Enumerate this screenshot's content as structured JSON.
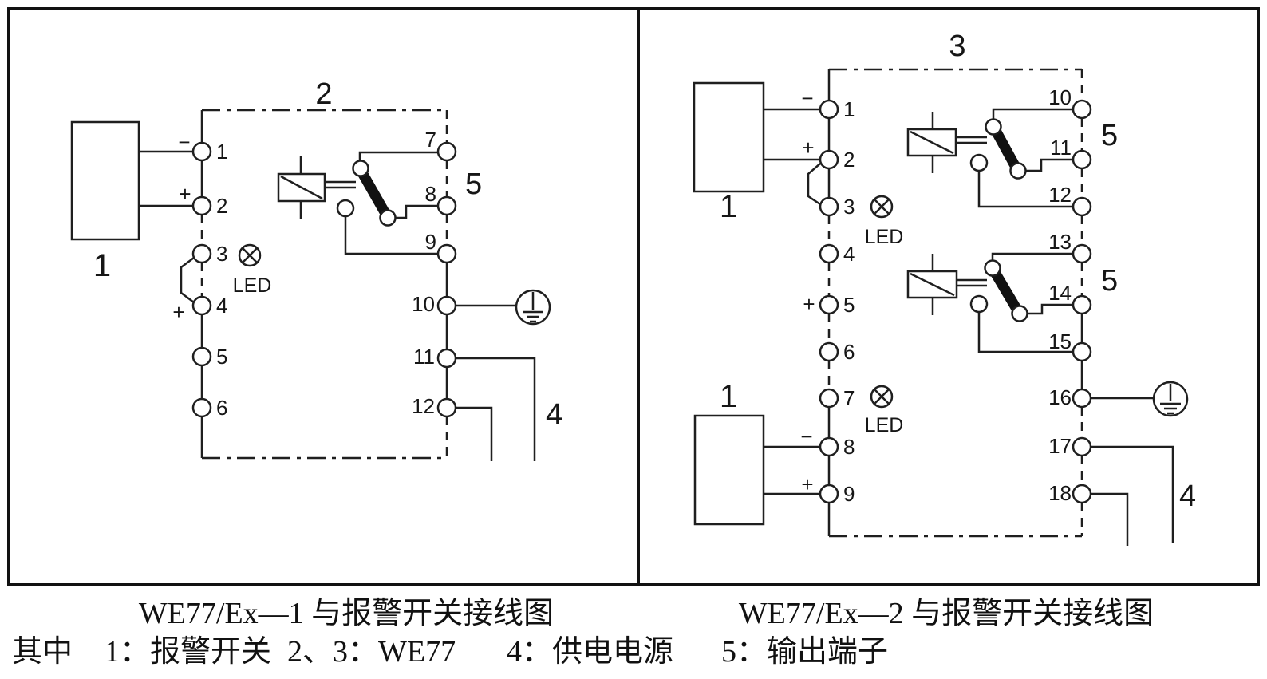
{
  "panels": {
    "left": {
      "caption": "WE77/Ex—1 与报警开关接线图",
      "enclosure_label": "2",
      "device_box_label": "1",
      "output_group_label": "5",
      "power_label": "4",
      "led_label": "LED",
      "polarity": {
        "t1": "−",
        "t2": "+",
        "t4": "+"
      },
      "left_terminals": [
        "1",
        "2",
        "3",
        "4",
        "5",
        "6"
      ],
      "right_terminals": [
        "7",
        "8",
        "9",
        "10",
        "11",
        "12"
      ]
    },
    "right": {
      "caption": "WE77/Ex—2 与报警开关接线图",
      "enclosure_label": "3",
      "device_box_top_label": "1",
      "device_box_bottom_label": "1",
      "output_group_labels": [
        "5",
        "5"
      ],
      "power_label": "4",
      "led_label": "LED",
      "polarity": {
        "t1": "−",
        "t2": "+",
        "t5": "+",
        "t8": "−",
        "t9": "+"
      },
      "left_terminals": [
        "1",
        "2",
        "3",
        "4",
        "5",
        "6",
        "7",
        "8",
        "9"
      ],
      "right_terminals": [
        "10",
        "11",
        "12",
        "13",
        "14",
        "15",
        "16",
        "17",
        "18"
      ]
    }
  },
  "legend": {
    "parts": [
      "其中",
      "1：报警开关",
      "2、3：WE77",
      "4：供电电源",
      "5：输出端子"
    ]
  }
}
